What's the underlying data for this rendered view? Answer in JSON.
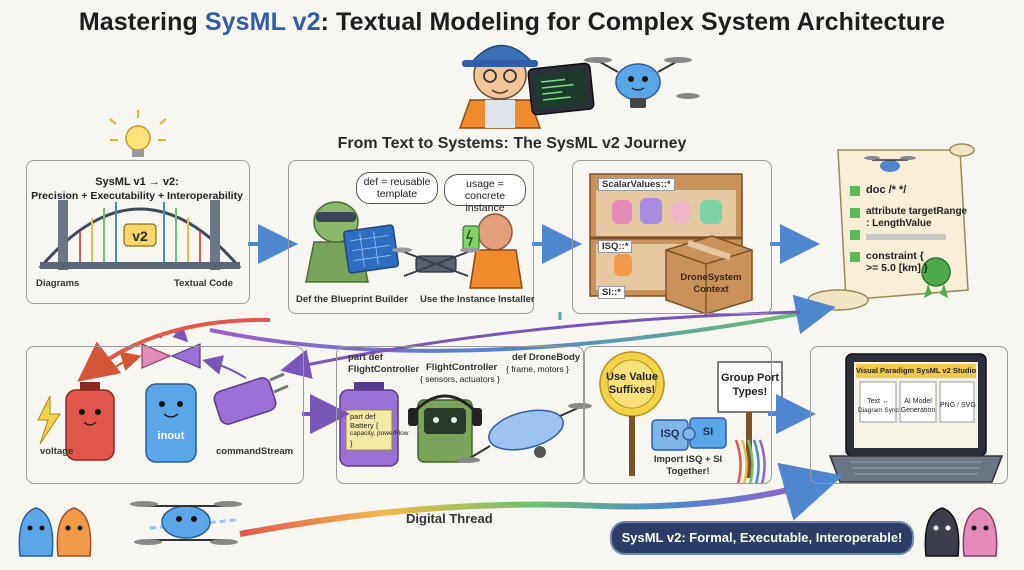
{
  "title": {
    "prefix": "Mastering ",
    "highlight": "SysML v2",
    "suffix": ": Textual Modeling for Complex System Architecture"
  },
  "subtitle": "From Text to Systems: The SysML v2 Journey",
  "panel1": {
    "heading_line1": "SysML v1 → v2:",
    "heading_line2": "Precision + Executability + Interoperability",
    "bridge_badge": "v2",
    "left_label": "Diagrams",
    "right_label": "Textual Code"
  },
  "panel2": {
    "bubble_def": "def = reusable template",
    "bubble_usage": "usage = concrete instance",
    "caption_def": "Def the Blueprint Builder",
    "caption_usage": "Use the Instance Installer"
  },
  "panel3": {
    "shelf_label": "ScalarValues::*",
    "isq_label": "ISQ::*",
    "si_label": "SI::*",
    "box_label_line1": "DroneSystem",
    "box_label_line2": "Context"
  },
  "panel4": {
    "line1": "doc /* */",
    "line2": "attribute targetRange",
    "line3": ": LengthValue",
    "line4": "constraint {",
    "line5": ">= 5.0 [km] }"
  },
  "panel5": {
    "voltage": "voltage",
    "inout": "inout",
    "command": "commandStream"
  },
  "panel6": {
    "part_def_line1": "part def",
    "part_def_line2": "FlightController",
    "fc_line1": "FlightController",
    "fc_line2": "{ sensors, actuators }",
    "body_line1": "def DroneBody",
    "body_line2": "{ frame, motors }",
    "battery_line1": "part def",
    "battery_line2": "Battery {",
    "battery_line3": "capacity, powerFlow",
    "battery_line4": "}"
  },
  "panel7": {
    "sign1_line1": "Use Value",
    "sign1_line2": "Suffixes!",
    "sign2_line1": "Group Port",
    "sign2_line2": "Types!",
    "piece1": "ISQ",
    "piece2": "SI",
    "caption_line1": "Import ISQ + SI",
    "caption_line2": "Together!"
  },
  "panel8": {
    "screen_title": "Visual Paradigm SysML v2 Studio",
    "tile1_line1": "Text ↔",
    "tile1_line2": "Diagram Sync",
    "tile2_line1": "AI Model",
    "tile2_line2": "Generation",
    "tile3": "PNG / SVG"
  },
  "footer": {
    "thread": "Digital Thread",
    "banner": "SysML v2: Formal, Executable, Interoperable!"
  },
  "colors": {
    "accent_blue": "#2f5da8",
    "banner_bg": "#2b3e63",
    "panel_border": "#9a9a9a",
    "arrow_blue": "#4f86d0"
  }
}
